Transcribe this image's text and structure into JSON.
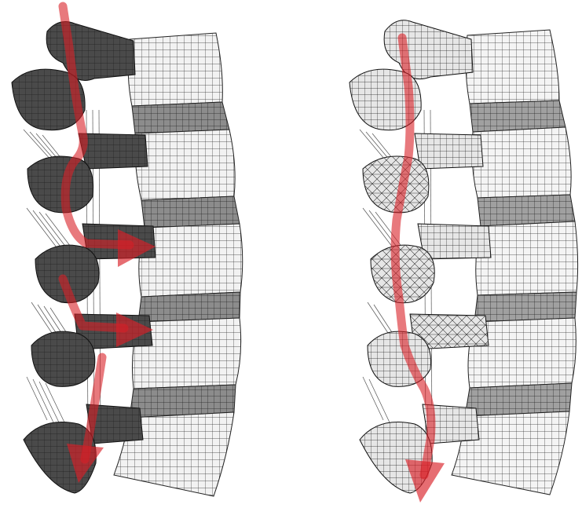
{
  "figure": {
    "panels": [
      {
        "id": "left",
        "mesh_shading": "dark"
      },
      {
        "id": "right",
        "mesh_shading": "light"
      }
    ],
    "colors": {
      "background": "#ffffff",
      "body_fill": "#f2f2f2",
      "body_mesh": "#2e2e2e",
      "disc_fill": "#8c8c8c",
      "posterior_dark_fill": "#4a4a4a",
      "posterior_light_fill": "#e6e6e6",
      "ligament": "#555555",
      "arrow": "#d81f26",
      "arrow_opacity": 0.6
    }
  }
}
